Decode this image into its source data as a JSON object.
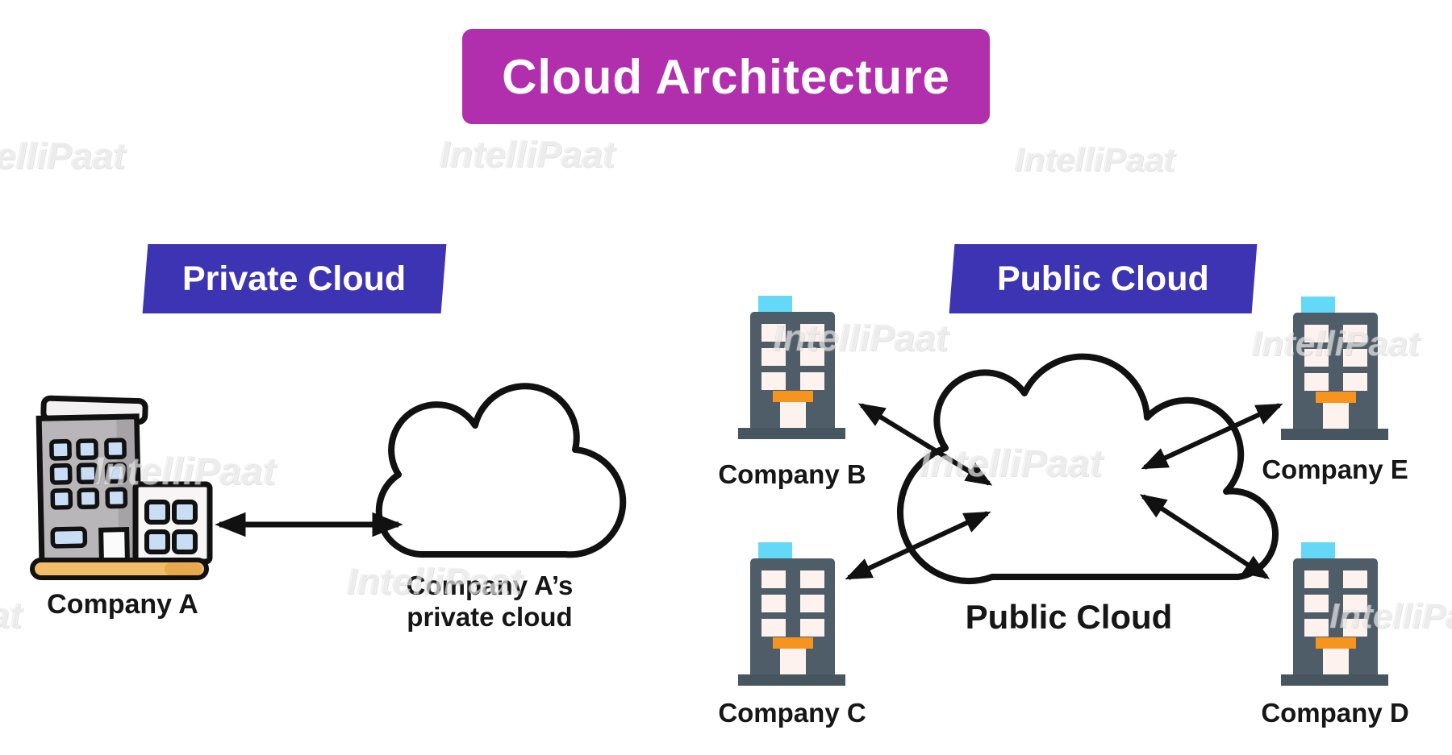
{
  "title": {
    "text": "Cloud Architecture"
  },
  "private_section": {
    "banner": "Private Cloud",
    "company_label": "Company A",
    "cloud_label_line1": "Company A’s",
    "cloud_label_line2": "private cloud"
  },
  "public_section": {
    "banner": "Public Cloud",
    "cloud_label": "Public Cloud",
    "company_b": "Company B",
    "company_c": "Company C",
    "company_d": "Company D",
    "company_e": "Company E"
  },
  "watermark_text": "IntelliPaat",
  "colors": {
    "title_bg": "#b12fad",
    "ribbon_bg": "#3d34b4",
    "flat_building_body": "#4e5d68",
    "flat_building_base": "#47555f",
    "rooftop_cyan": "#64d9f7",
    "window_white": "#fdf2ee",
    "lintel_orange": "#f7941e",
    "outline_black": "#111111",
    "companyA_body_gray": "#b9b6ba",
    "companyA_window_blue": "#c9ddf4",
    "companyA_base_tan": "#f2bd68"
  }
}
